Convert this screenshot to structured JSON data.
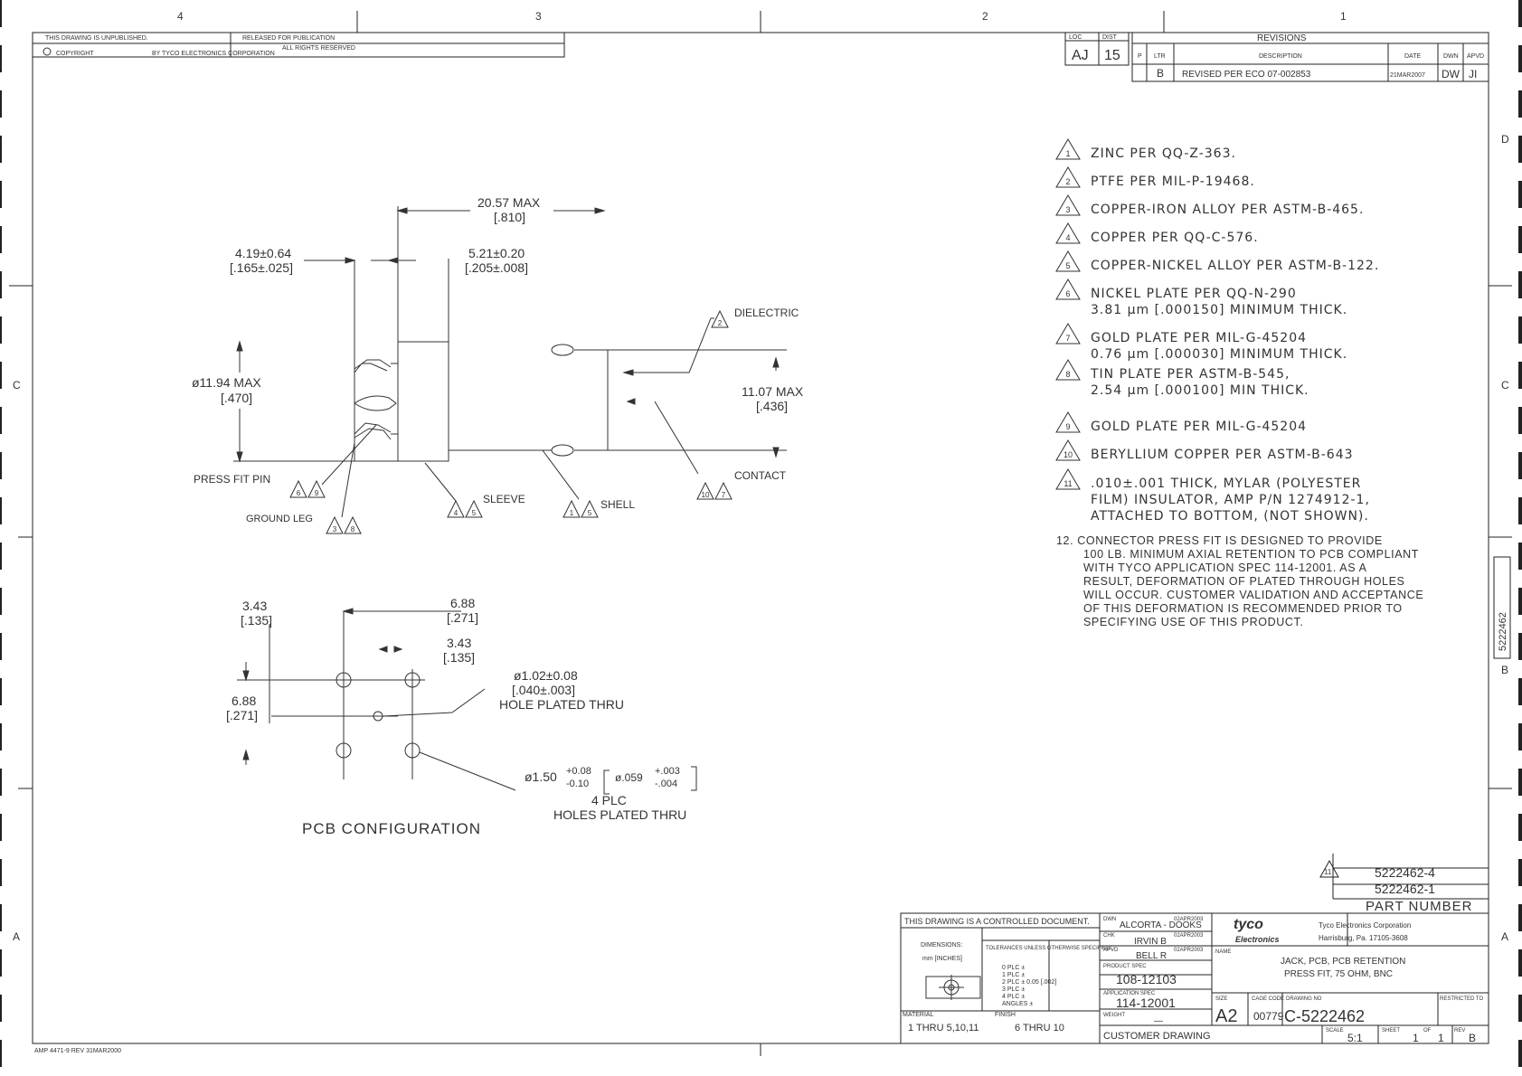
{
  "zone_columns": [
    "4",
    "3",
    "2",
    "1"
  ],
  "zone_rows": [
    "D",
    "C",
    "B",
    "A"
  ],
  "header": {
    "unpublished": "THIS DRAWING IS UNPUBLISHED.",
    "released": "RELEASED FOR PUBLICATION",
    "copyright": "COPYRIGHT",
    "by": "BY TYCO ELECTRONICS CORPORATION",
    "rights": "ALL RIGHTS RESERVED"
  },
  "revisions": {
    "title": "REVISIONS",
    "loc_label": "LOC",
    "dist_label": "DIST",
    "loc": "AJ",
    "dist": "15",
    "cols": [
      "P",
      "LTR",
      "DESCRIPTION",
      "DATE",
      "DWN",
      "APVD"
    ],
    "ltr": "B",
    "description": "REVISED PER ECO 07-002853",
    "date": "21MAR2007",
    "dwn": "DW",
    "apvd": "JI"
  },
  "notes": [
    {
      "n": "1",
      "lines": [
        "ZINC PER QQ-Z-363."
      ]
    },
    {
      "n": "2",
      "lines": [
        "PTFE PER MIL-P-19468."
      ]
    },
    {
      "n": "3",
      "lines": [
        "COPPER-IRON ALLOY PER ASTM-B-465."
      ]
    },
    {
      "n": "4",
      "lines": [
        "COPPER PER QQ-C-576."
      ]
    },
    {
      "n": "5",
      "lines": [
        "COPPER-NICKEL ALLOY PER ASTM-B-122."
      ]
    },
    {
      "n": "6",
      "lines": [
        "NICKEL PLATE PER QQ-N-290",
        "3.81 μm [.000150] MINIMUM THICK."
      ]
    },
    {
      "n": "7",
      "lines": [
        "GOLD PLATE PER MIL-G-45204",
        "0.76 μm [.000030] MINIMUM THICK."
      ]
    },
    {
      "n": "8",
      "lines": [
        "TIN PLATE PER ASTM-B-545,",
        "2.54 μm [.000100] MIN THICK."
      ]
    },
    {
      "n": "9",
      "lines": [
        "GOLD PLATE PER MIL-G-45204"
      ]
    },
    {
      "n": "10",
      "lines": [
        "BERYLLIUM COPPER PER ASTM-B-643"
      ]
    },
    {
      "n": "11",
      "lines": [
        ".010±.001 THICK, MYLAR (POLYESTER",
        "FILM) INSULATOR, AMP P/N 1274912-1,",
        "ATTACHED TO BOTTOM, (NOT SHOWN)."
      ]
    }
  ],
  "note12": [
    "12. CONNECTOR PRESS FIT IS DESIGNED TO PROVIDE",
    "100 LB. MINIMUM AXIAL RETENTION TO PCB COMPLIANT",
    "WITH TYCO APPLICATION SPEC 114-12001. AS A",
    "RESULT, DEFORMATION OF PLATED THROUGH HOLES",
    "WILL OCCUR. CUSTOMER VALIDATION AND ACCEPTANCE",
    "OF THIS DEFORMATION IS RECOMMENDED PRIOR TO",
    "SPECIFYING USE OF THIS PRODUCT."
  ],
  "side_view": {
    "overall_mm": "20.57 MAX",
    "overall_in": "[.810]",
    "left_mm": "4.19±0.64",
    "left_in": "[.165±.025]",
    "sleeve_mm": "5.21±0.20",
    "sleeve_in": "[.205±.008]",
    "dia_mm": "ø11.94 MAX",
    "dia_in": "[.470]",
    "height_mm": "11.07 MAX",
    "height_in": "[.436]",
    "label_dielectric": "DIELECTRIC",
    "label_contact": "CONTACT",
    "label_shell": "SHELL",
    "label_sleeve": "SLEEVE",
    "label_pressfit": "PRESS FIT PIN",
    "label_ground": "GROUND LEG",
    "flag_dielectric": "2",
    "flag_contact_a": "10",
    "flag_contact_b": "7",
    "flag_shell_a": "1",
    "flag_shell_b": "5",
    "flag_sleeve_a": "4",
    "flag_sleeve_b": "5",
    "flag_press_a": "6",
    "flag_press_b": "9",
    "flag_ground_a": "3",
    "flag_ground_b": "8"
  },
  "pcb": {
    "title": "PCB CONFIGURATION",
    "d1_mm": "3.43",
    "d1_in": "[.135]",
    "d2_mm": "6.88",
    "d2_in": "[.271]",
    "d3_mm": "3.43",
    "d3_in": "[.135]",
    "d4_mm": "6.88",
    "d4_in": "[.271]",
    "hole1_mm": "ø1.02±0.08",
    "hole1_in": "[.040±.003]",
    "hole1_note": "HOLE PLATED THRU",
    "hole2_mm": "ø1.50",
    "hole2_tol_up": "+0.08",
    "hole2_tol_dn": "-0.10",
    "hole2_in": "ø.059",
    "hole2_in_up": "+.003",
    "hole2_in_dn": "-.004",
    "hole2_qty": "4 PLC",
    "hole2_note": "HOLES PLATED THRU"
  },
  "part_block": {
    "flag": "11",
    "pn_4": "5222462-4",
    "pn_1": "5222462-1",
    "label": "PART NUMBER"
  },
  "title_block": {
    "controlled": "THIS DRAWING IS A CONTROLLED DOCUMENT.",
    "dimensions": "DIMENSIONS:",
    "units": "mm [INCHES]",
    "tolerances": "TOLERANCES UNLESS OTHERWISE SPECIFIED:",
    "tol_rows": [
      "0 PLC ±",
      "1 PLC ±",
      "2 PLC ± 0.05 [.002]",
      "3 PLC ±",
      "4 PLC ±",
      "ANGLES ±"
    ],
    "material_label": "MATERIAL",
    "material": "1 THRU 5,10,11",
    "finish_label": "FINISH",
    "finish": "6 THRU 10",
    "dwn_label": "DWN",
    "dwn": "ALCORTA - DOOKS",
    "dwn_date": "02APR2003",
    "chk_label": "CHK",
    "chk": "IRVIN B",
    "chk_date": "02APR2003",
    "apvd_label": "APVD",
    "apvd": "BELL R",
    "apvd_date": "02APR2003",
    "product_spec_label": "PRODUCT SPEC",
    "product_spec": "108-12103",
    "app_spec_label": "APPLICATION SPEC",
    "app_spec": "114-12001",
    "weight_label": "WEIGHT",
    "weight": "—",
    "customer": "CUSTOMER DRAWING",
    "logo_top": "tyco",
    "logo_bottom": "Electronics",
    "company": "Tyco Electronics Corporation",
    "address": "Harrisburg, Pa. 17105-3608",
    "name_label": "NAME",
    "name1": "JACK, PCB, PCB RETENTION",
    "name2": "PRESS FIT, 75 OHM, BNC",
    "size_label": "SIZE",
    "size": "A2",
    "cage_label": "CAGE CODE",
    "cage": "00779",
    "dwg_label": "DRAWING NO",
    "dwg": "C-5222462",
    "restricted": "RESTRICTED TO",
    "scale_label": "SCALE",
    "scale": "5:1",
    "sheet_label": "SHEET",
    "sheet": "1",
    "of_label": "OF",
    "of": "1",
    "rev_label": "REV",
    "rev": "B"
  },
  "side_number": "5222462",
  "footer": "AMP 4471-9 REV 31MAR2000"
}
